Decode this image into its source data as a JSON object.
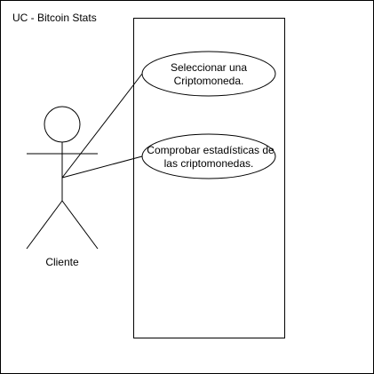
{
  "diagram": {
    "title": "UC - Bitcoin Stats",
    "actor": {
      "name": "Cliente"
    },
    "use_cases": [
      {
        "line1": "Seleccionar una",
        "line2": "Criptomoneda."
      },
      {
        "line1": "Comprobar estadísticas de",
        "line2": "las criptomonedas."
      }
    ],
    "colors": {
      "stroke": "#000000",
      "background": "#ffffff"
    }
  }
}
